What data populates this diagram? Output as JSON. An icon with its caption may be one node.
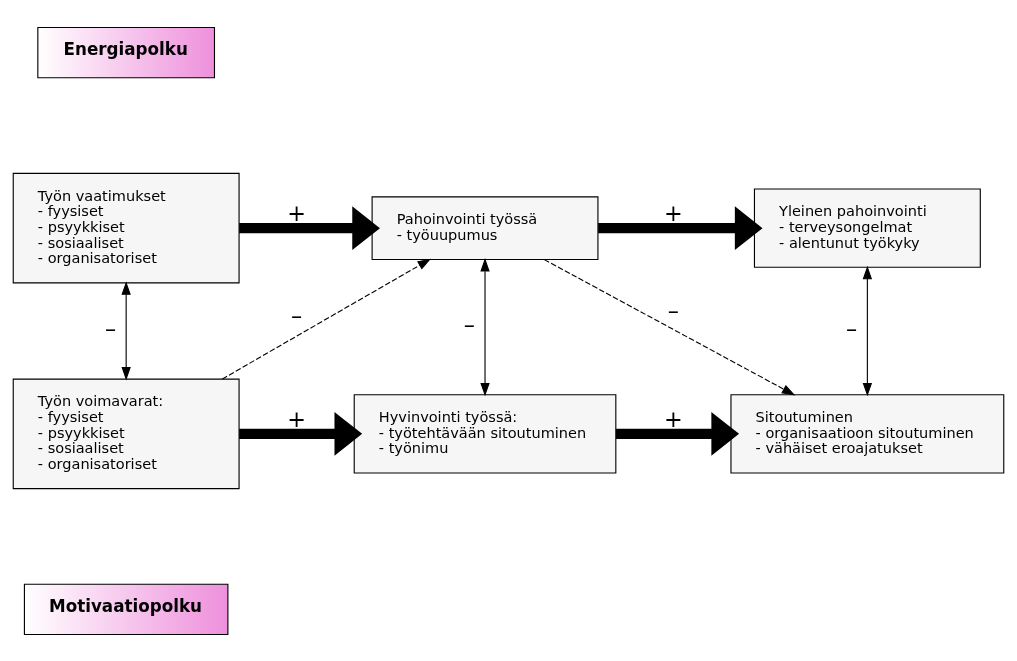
{
  "diagram": {
    "nodes": [
      {
        "text": [
          "Energiapolku"
        ]
      },
      {
        "text": [
          "Työn vaatimukset",
          "- fyysiset",
          "- psyykkiset",
          "- sosiaaliset",
          "- organisatoriset"
        ]
      },
      {
        "text": [
          "Pahoinvointi työssä",
          "- työuupumus"
        ]
      },
      {
        "text": [
          "Yleinen pahoinvointi",
          "- terveysongelmat",
          "- alentunut työkyky"
        ]
      },
      {
        "text": [
          "Työn voimavarat:",
          "- fyysiset",
          "- psyykkiset",
          "- sosiaaliset",
          "- organisatoriset"
        ]
      },
      {
        "text": [
          "Hyvinvointi työssä:",
          "- työtehtävään sitoutuminen",
          "- työnimu"
        ]
      },
      {
        "text": [
          "Sitoutuminen",
          "- organisaatioon sitoutuminen",
          "- vähäiset eroajatukset"
        ]
      },
      {
        "text": [
          "Motivaatiopolku"
        ]
      }
    ],
    "edges": [
      {
        "from": 1,
        "to": 2,
        "arrow": "to",
        "label": "+",
        "style": "thick"
      },
      {
        "from": 2,
        "to": 3,
        "arrow": "to",
        "label": "+",
        "style": "thick"
      },
      {
        "from": 4,
        "to": 5,
        "arrow": "to",
        "label": "+",
        "style": "thick"
      },
      {
        "from": 5,
        "to": 6,
        "arrow": "to",
        "label": "+",
        "style": "thick"
      },
      {
        "from": 1,
        "to": 4,
        "arrow": "both",
        "label": "–"
      },
      {
        "from": 4,
        "to": 2,
        "arrow": "to",
        "label": "–",
        "style": "dashed"
      },
      {
        "from": 2,
        "to": 5,
        "arrow": "both",
        "label": "–"
      },
      {
        "from": 2,
        "to": 6,
        "arrow": "to",
        "label": "–",
        "style": "dashed"
      },
      {
        "from": 6,
        "to": 3,
        "arrow": "both",
        "label": "–"
      }
    ]
  }
}
